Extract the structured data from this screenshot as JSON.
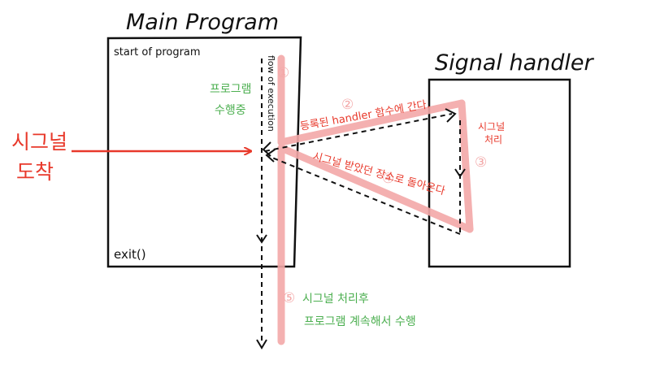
{
  "titles": {
    "main_program": "Main Program",
    "signal_handler": "Signal handler"
  },
  "main_box": {
    "start_label": "start of program",
    "exit_label": "exit()",
    "flow_label": "flow of execution"
  },
  "signal_arrival": {
    "line1": "시그널",
    "line2": "도착"
  },
  "annotations": {
    "program_running_line1": "프로그램",
    "program_running_line2": "수행중",
    "step2": "등록된 handler 함수에 간다.",
    "step3_line1": "시그널",
    "step3_line2": "처리",
    "step4": "시그널 받았던 장소로 돌아온다",
    "step5_line1": "시그널 처리후",
    "step5_line2": "프로그램 계속해서 수행"
  },
  "step_numbers": {
    "n1": "①",
    "n2": "②",
    "n3": "③",
    "n4": "④",
    "n5": "⑤"
  },
  "colors": {
    "ink": "#111111",
    "red": "#e8392b",
    "green": "#4caf50",
    "pink": "#f3a8a8"
  }
}
